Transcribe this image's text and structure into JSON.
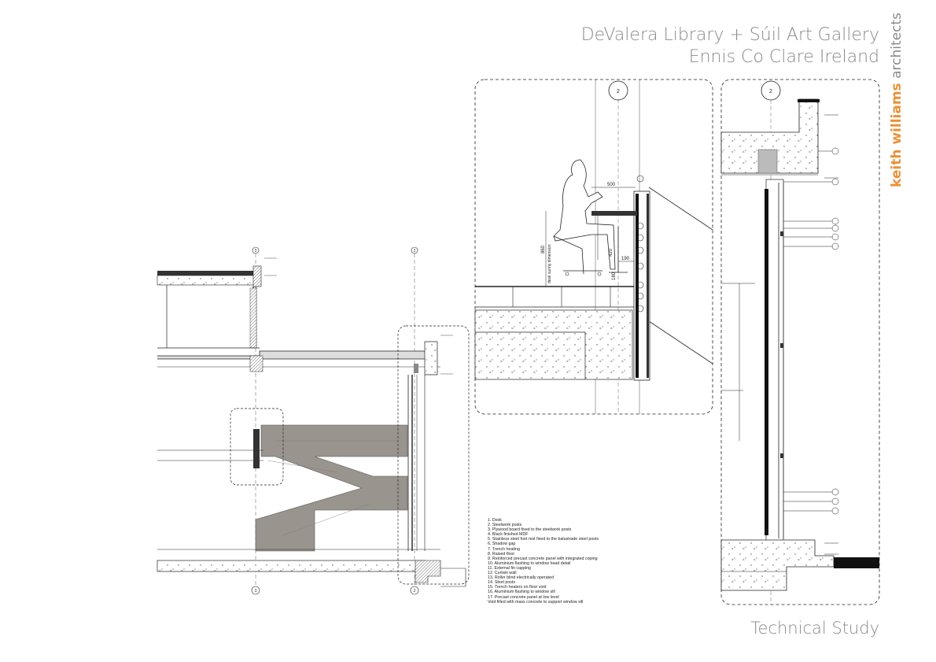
{
  "header": {
    "title_line1": "DeValera Library + Súil Art Gallery",
    "title_line2": "Ennis Co Clare Ireland"
  },
  "brand": {
    "bold": "keith williams",
    "regular": "architects"
  },
  "footer": {
    "subtitle": "Technical Study"
  },
  "grid_labels": {
    "a": "3",
    "b": "2"
  },
  "section_labels": {
    "detail_marker": "2"
  },
  "dimensions": {
    "d500": "500",
    "d860": "860",
    "d420": "420",
    "d190": "190",
    "d180": "180",
    "desk_note": "desk sunny dimension"
  },
  "legend": [
    "1.   Desk",
    "2.   Steelwork posts",
    "3.   Plywood board fixed to the steelwork posts",
    "4.   Black finished MDF",
    "5.   Stainless steel foot rest fixed to the balustrade steel posts",
    "6.   Shadow gap",
    "7.   Trench heating",
    "8.   Raised floor",
    "9.   Reinforced precast concrete panel with integrated coping",
    "10. Aluminium flashing to window head detail",
    "11. External fin capping",
    "12. Curtain wall",
    "13. Roller blind electrically operated",
    "14. Steel posts",
    "15. Trench heaters on floor void",
    "16. Aluminium flashing to window sill",
    "17. Precast concrete panel at low level",
    "      Void filled with mass concrete to support window sill"
  ],
  "colors": {
    "title": "#8a8a8a",
    "brand_accent": "#e8923a",
    "line": "#222222",
    "stair": "#9a948e"
  }
}
